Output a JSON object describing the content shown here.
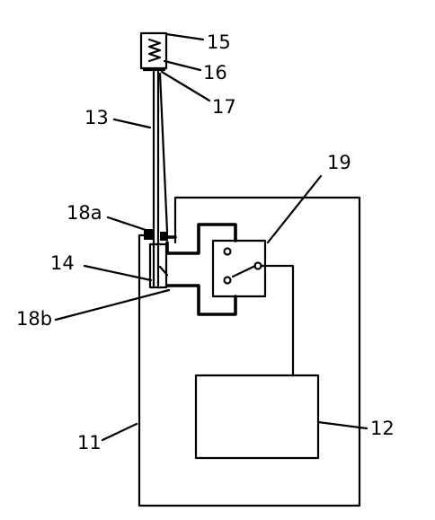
{
  "labels": {
    "l11": "11",
    "l12": "12",
    "l13": "13",
    "l14": "14",
    "l15": "15",
    "l16": "16",
    "l17": "17",
    "l18a": "18a",
    "l18b": "18b",
    "l19": "19"
  }
}
